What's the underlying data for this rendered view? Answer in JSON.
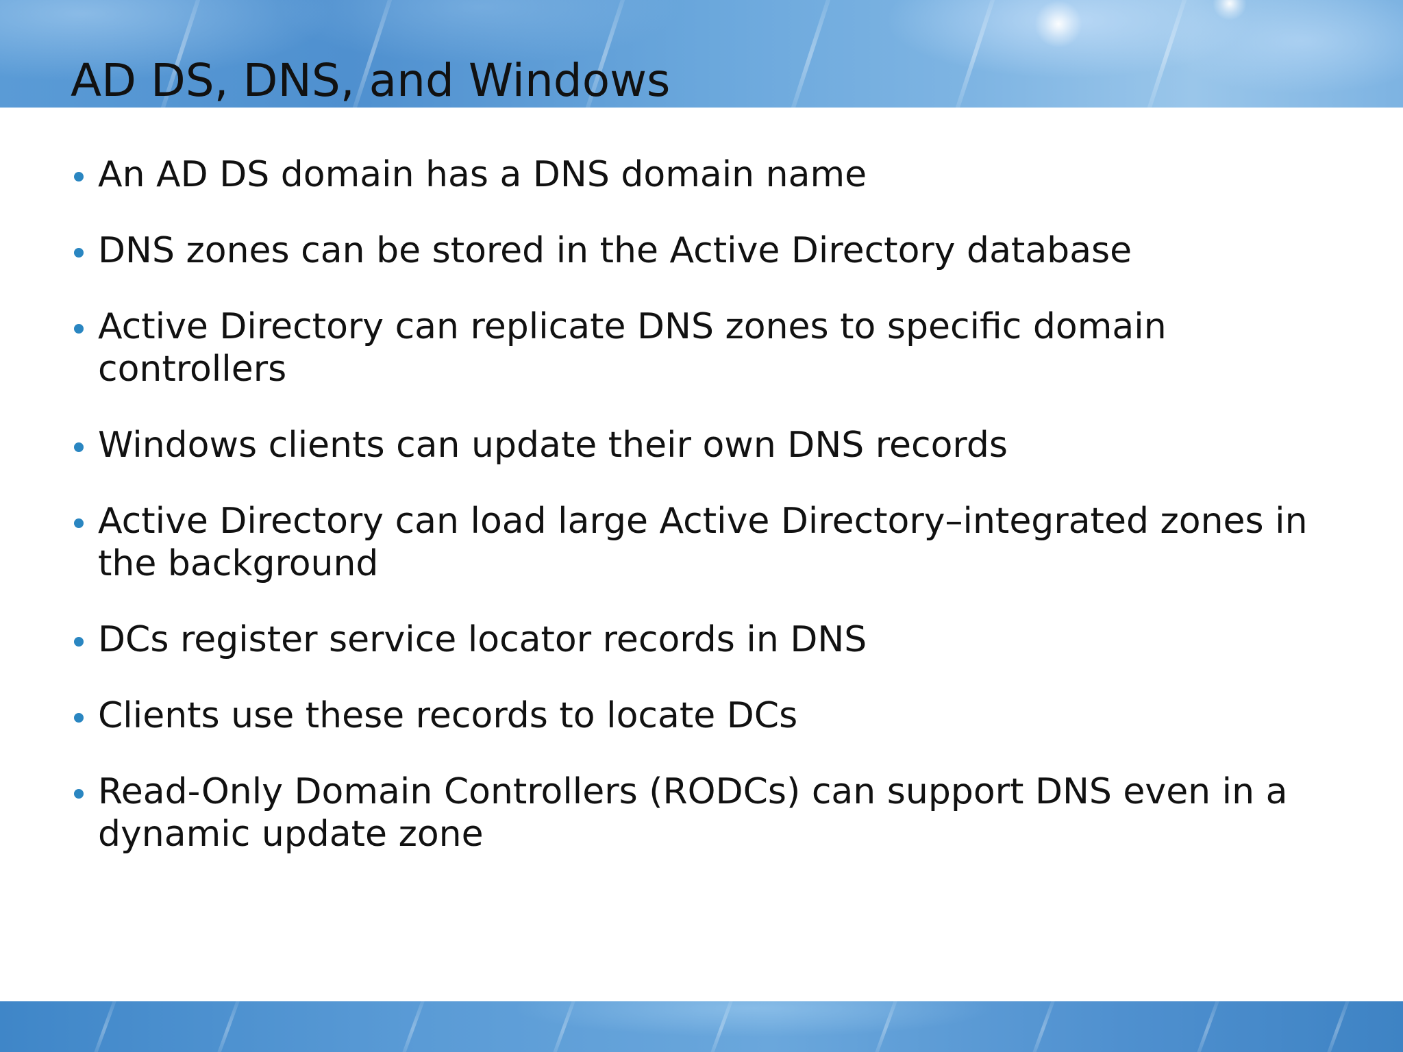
{
  "slide": {
    "title": "AD DS, DNS, and Windows",
    "bullets": [
      "An AD DS domain has a DNS domain name",
      "DNS zones can be stored in the Active Directory database",
      "Active Directory can replicate DNS zones to specific domain controllers",
      "Windows clients can update their own DNS records",
      "Active Directory can load large Active Directory–integrated zones in the background",
      "DCs register service locator records in DNS",
      "Clients use these records to locate DCs",
      "Read-Only Domain Controllers (RODCs) can support DNS even in a dynamic update zone"
    ]
  },
  "colors": {
    "accent_blue": "#4f90cf",
    "bullet": "#2a86c1",
    "text": "#111111"
  }
}
